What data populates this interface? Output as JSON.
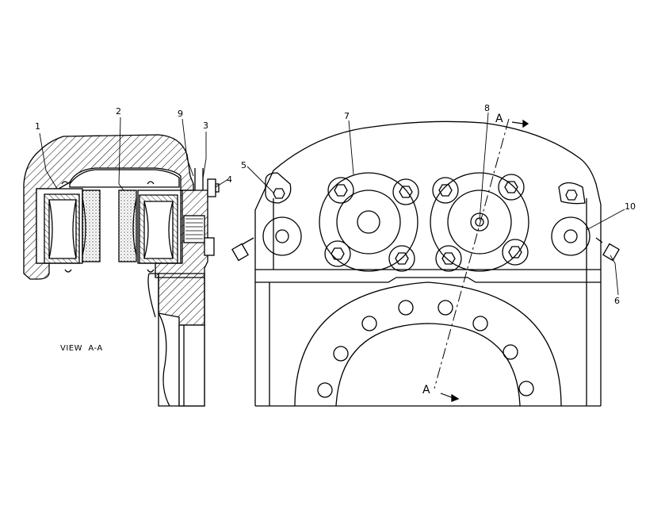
{
  "view_label": "VIEW  A-A",
  "section_marks": {
    "top": "A",
    "bottom": "A"
  },
  "callouts": [
    {
      "id": "c1",
      "text": "1"
    },
    {
      "id": "c2",
      "text": "2"
    },
    {
      "id": "c9a",
      "text": "9"
    },
    {
      "id": "c3",
      "text": "3"
    },
    {
      "id": "c4",
      "text": "4"
    },
    {
      "id": "c5",
      "text": "5"
    },
    {
      "id": "c7",
      "text": "7"
    },
    {
      "id": "c8",
      "text": "8"
    },
    {
      "id": "c10",
      "text": "10"
    },
    {
      "id": "c6",
      "text": "6"
    }
  ]
}
